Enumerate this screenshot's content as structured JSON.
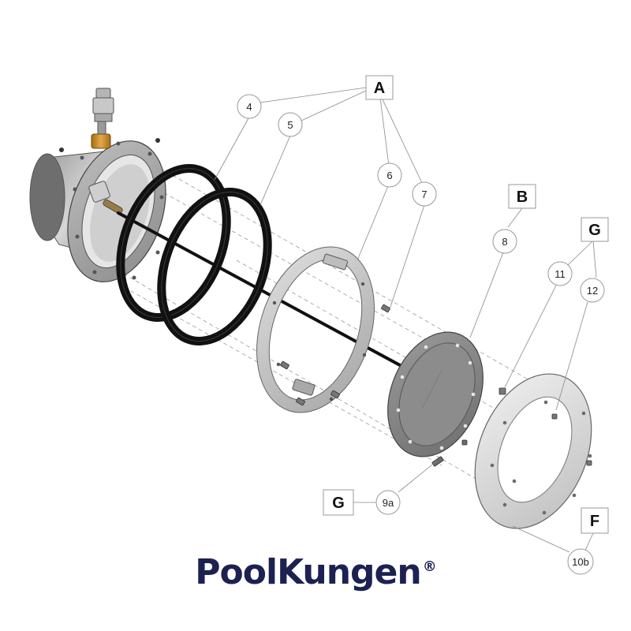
{
  "diagram": {
    "groups": [
      "A",
      "B",
      "G",
      "G",
      "F"
    ],
    "callouts": [
      "4",
      "5",
      "6",
      "7",
      "8",
      "11",
      "12",
      "9a",
      "10b"
    ],
    "parts": [
      "housing",
      "gasket-4",
      "gasket-5",
      "clamp-ring-6",
      "screws-7",
      "lamp-plate-8",
      "screw-9a",
      "trim-ring-10b",
      "screws-11",
      "screws-12",
      "cable",
      "cable-gland"
    ]
  },
  "brand": {
    "name": "PoolKungen",
    "mark": "®"
  },
  "colors": {
    "brand_navy": "#1c2151",
    "metal_light": "#d8d8d8",
    "metal_dark": "#8a8a8a",
    "gasket": "#1a1a1a",
    "brass": "#c08a2a"
  }
}
